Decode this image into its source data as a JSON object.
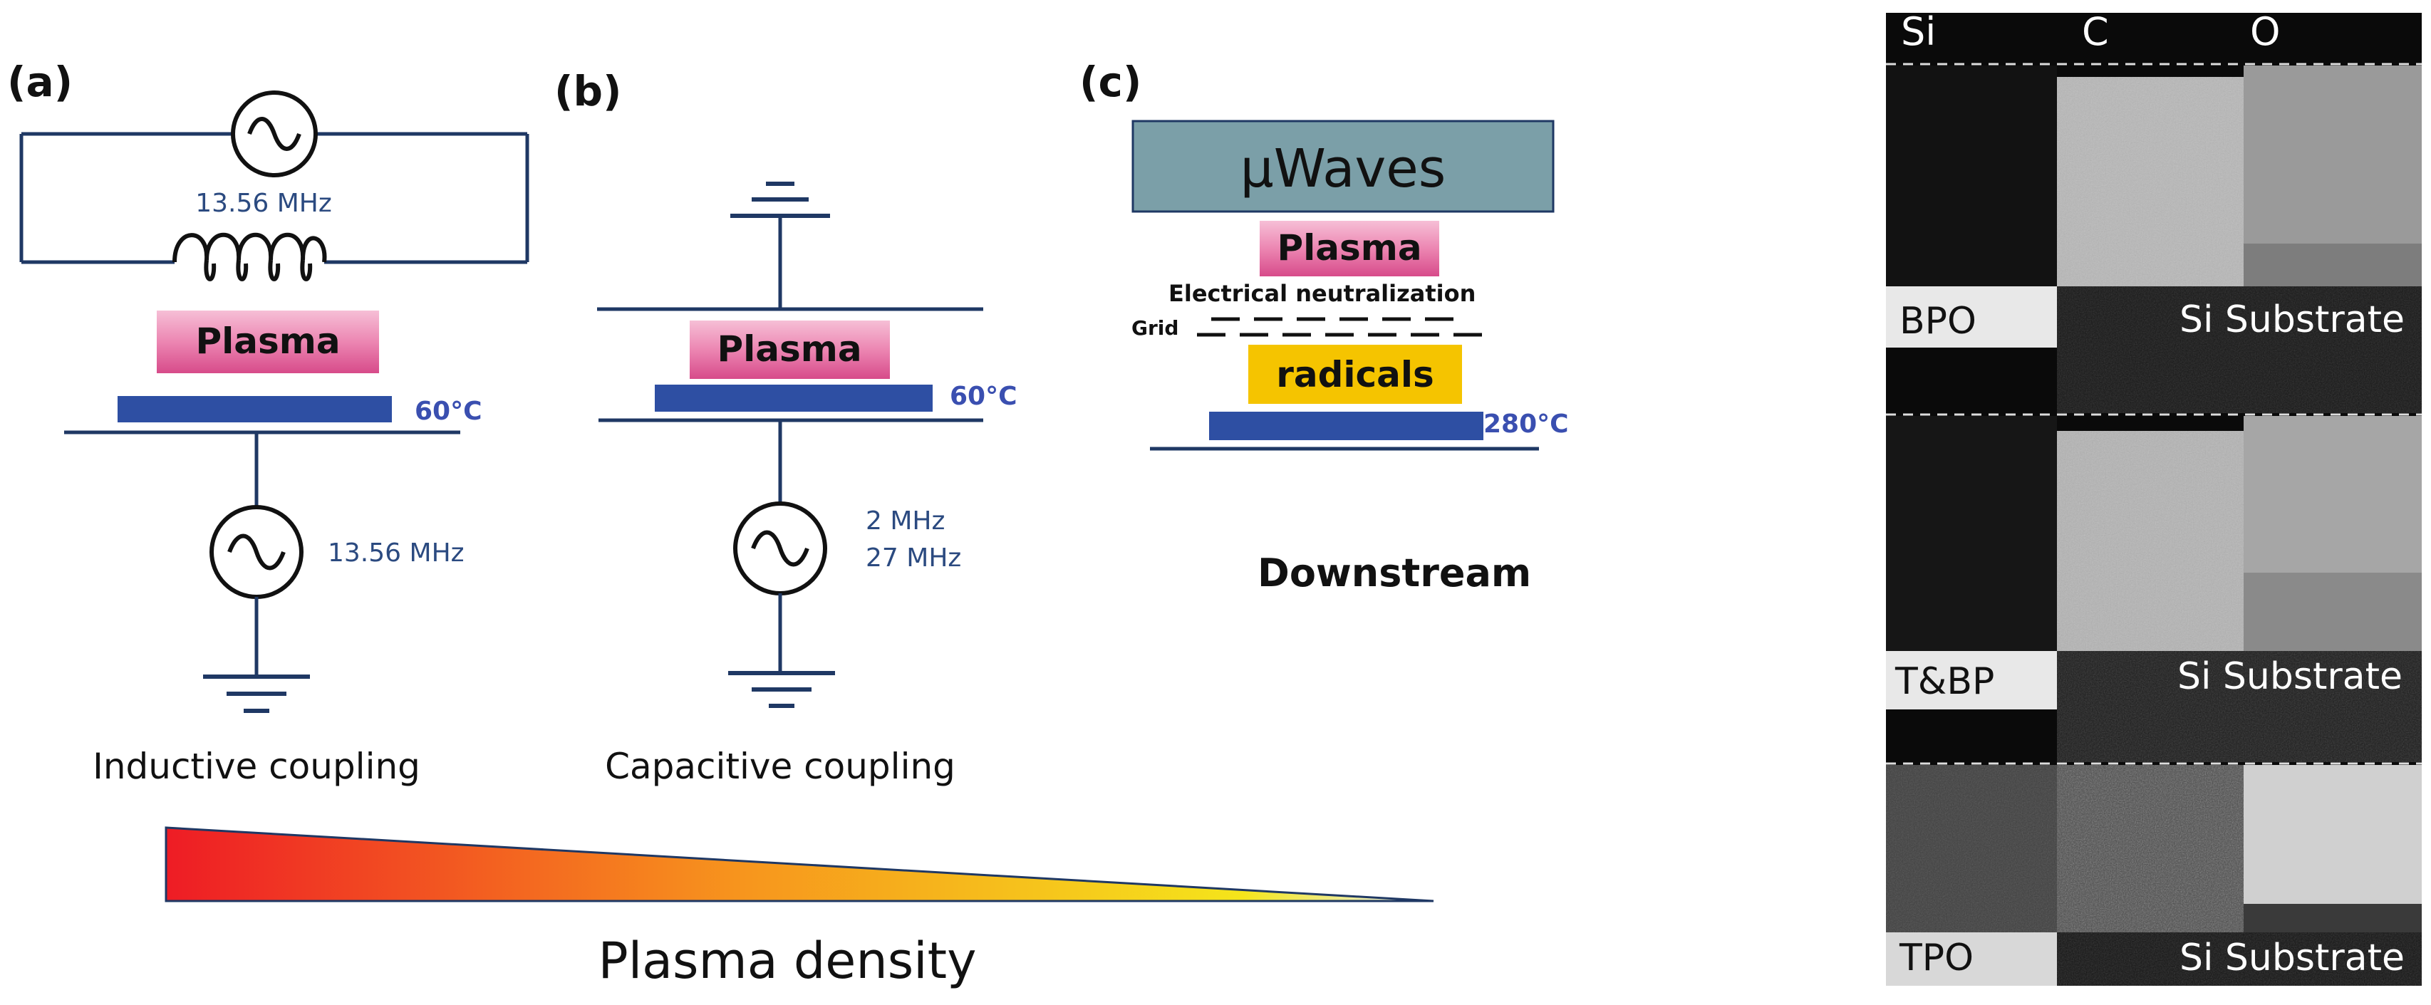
{
  "panels": {
    "a": {
      "label": "(a)",
      "coil_freq": "13.56 MHz",
      "plasma": "Plasma",
      "temp": "60°C",
      "bias_freq": "13.56 MHz",
      "caption": "Inductive coupling"
    },
    "b": {
      "label": "(b)",
      "plasma": "Plasma",
      "temp": "60°C",
      "freq1": "2 MHz",
      "freq2": "27 MHz",
      "caption": "Capacitive coupling"
    },
    "c": {
      "label": "(c)",
      "source": "µWaves",
      "plasma": "Plasma",
      "neutralization": "Electrical  neutralization",
      "grid": "Grid",
      "radicals": "radicals",
      "temp": "280°C",
      "caption": "Downstream"
    }
  },
  "density_bar": {
    "label": "Plasma density",
    "colors": [
      "#ee1c25",
      "#f7941d",
      "#f5e51b",
      "#e8f0f8"
    ]
  },
  "eds_map": {
    "columns": [
      "Si",
      "C",
      "O"
    ],
    "samples": [
      {
        "name": "BPO",
        "substrate": "Si Substrate"
      },
      {
        "name": "T&BP",
        "substrate": "Si Substrate"
      },
      {
        "name": "TPO",
        "substrate": "Si Substrate"
      }
    ]
  },
  "colors": {
    "wire": "#1f3864",
    "plate": "#2e4fa3",
    "plasma_box": "#e77fa8",
    "radicals_box": "#f5c400",
    "uwave_box": "#7b9fa8"
  }
}
